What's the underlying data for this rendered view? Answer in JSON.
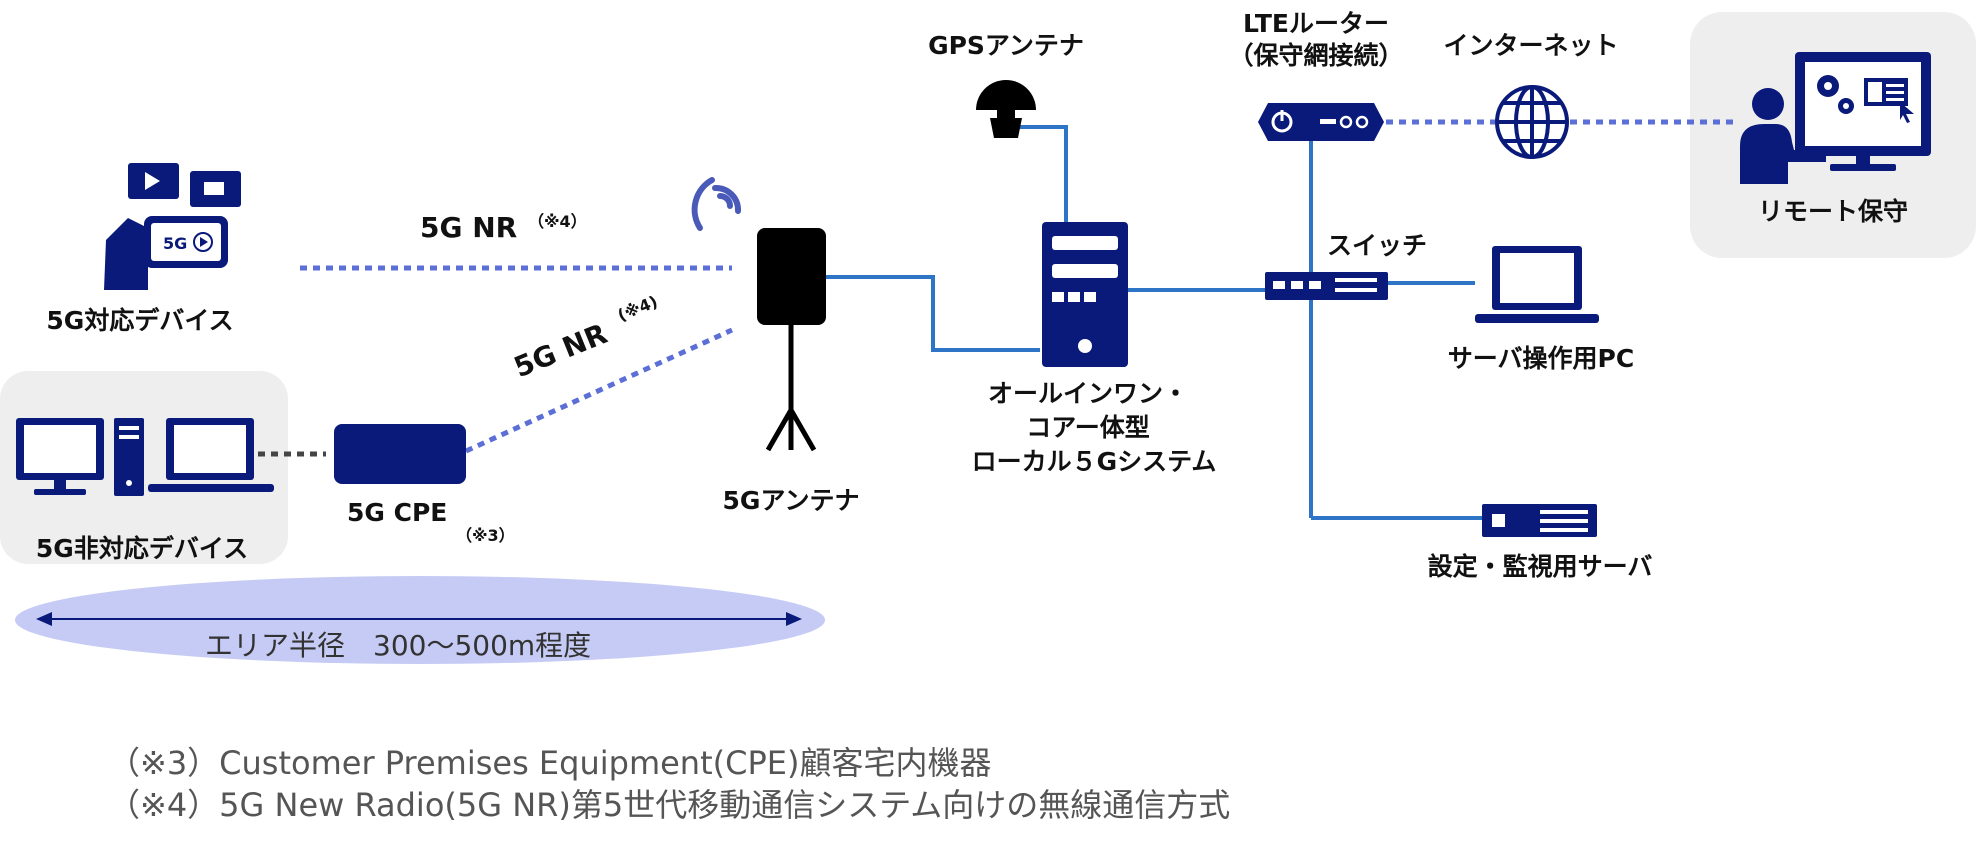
{
  "colors": {
    "navy": "#0a1a7a",
    "line_blue": "#2e75c8",
    "dotted_blue": "#5b6fd6",
    "area_fill": "#c5cbf4",
    "group_bg": "#eeeeee"
  },
  "labels": {
    "device_5g": "5G対応デバイス",
    "nr_upper": "5G NR",
    "nr_upper_note": "（※4）",
    "nr_lower": "5G NR",
    "nr_lower_note": "(※4)",
    "cpe": "5G CPE",
    "cpe_note": "（※3）",
    "non5g_devices": "5G非対応デバイス",
    "antenna_5g": "5Gアンテナ",
    "gps_antenna": "GPSアンテナ",
    "core_line1": "オールインワン・",
    "core_line2": "コアー体型",
    "core_line3": "ローカル５Gシステム",
    "lte_router_line1": "LTEルーター",
    "lte_router_line2": "（保守網接続）",
    "internet": "インターネット",
    "switch": "スイッチ",
    "remote_maintenance": "リモート保守",
    "server_pc": "サーバ操作用PC",
    "monitor_server": "設定・監視用サーバ",
    "phone_badge": "5G",
    "area_radius": "エリア半径　300～500m程度"
  },
  "footnotes": {
    "note3": "（※3）Customer Premises Equipment(CPE)顧客宅内機器",
    "note4": "（※4）5G New Radio(5G NR)第5世代移動通信システム向けの無線通信方式"
  },
  "icons": {
    "phone": "smartphone-hand-icon",
    "monitor": "desktop-monitor-icon",
    "tower": "pc-tower-icon",
    "laptop": "laptop-icon",
    "cpe": "cpe-box-icon",
    "antenna": "antenna-5g-icon",
    "gps": "gps-antenna-icon",
    "core": "server-tower-icon",
    "router": "router-icon",
    "globe": "globe-icon",
    "switch": "switch-icon",
    "operator": "remote-operator-icon",
    "server": "rack-server-icon"
  }
}
